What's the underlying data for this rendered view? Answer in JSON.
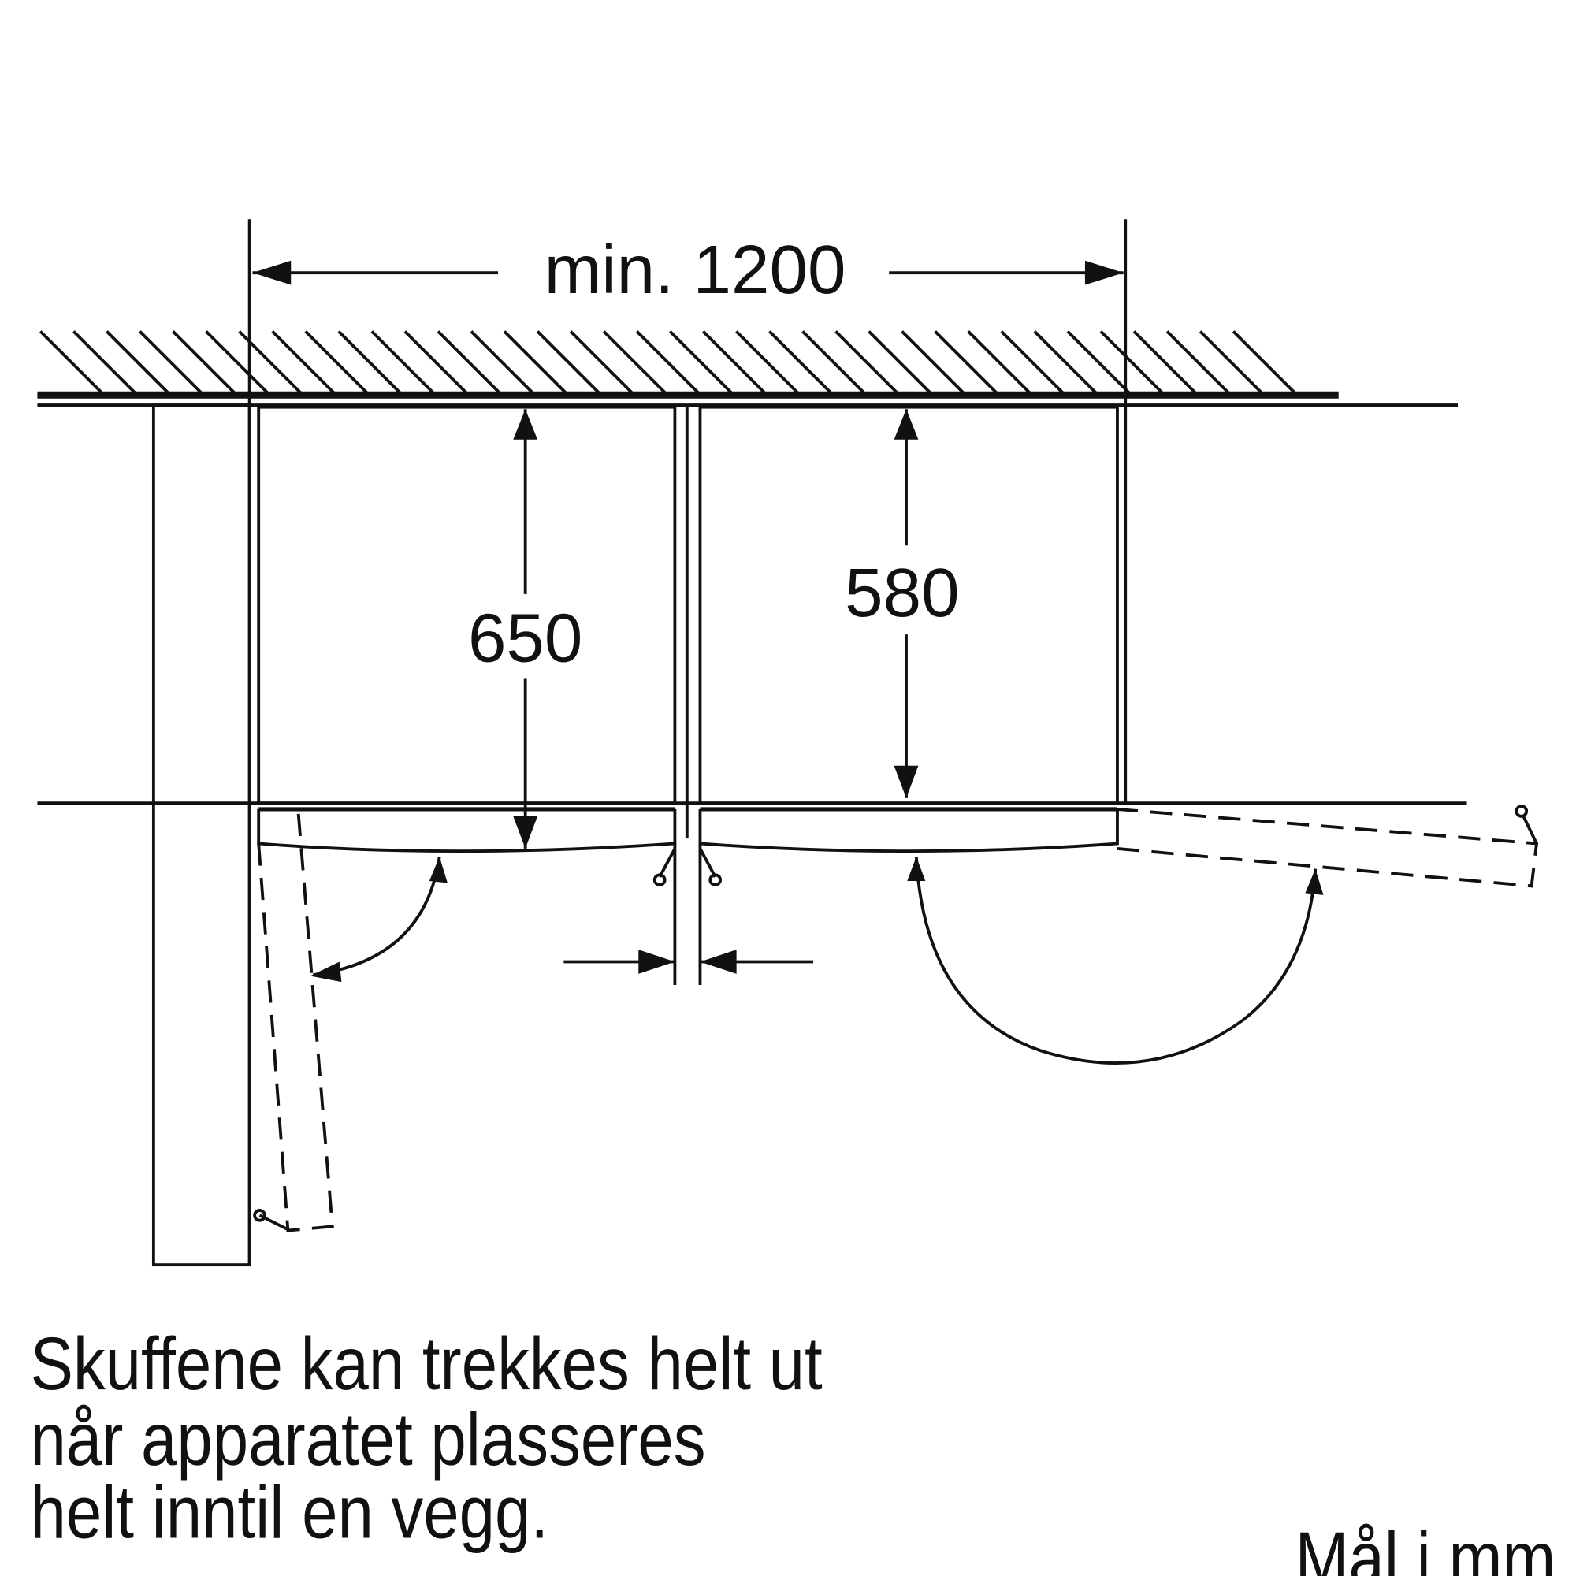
{
  "dimensions": {
    "min_width": "min. 1200",
    "depth_left": "650",
    "depth_right": "580"
  },
  "caption": {
    "line1": "Skuffene kan trekkes helt ut",
    "line2": "når apparatet plasseres",
    "line3": "helt inntil en vegg."
  },
  "units_note": "Mål i mm",
  "colors": {
    "ink": "#111111",
    "background": "#ffffff"
  }
}
